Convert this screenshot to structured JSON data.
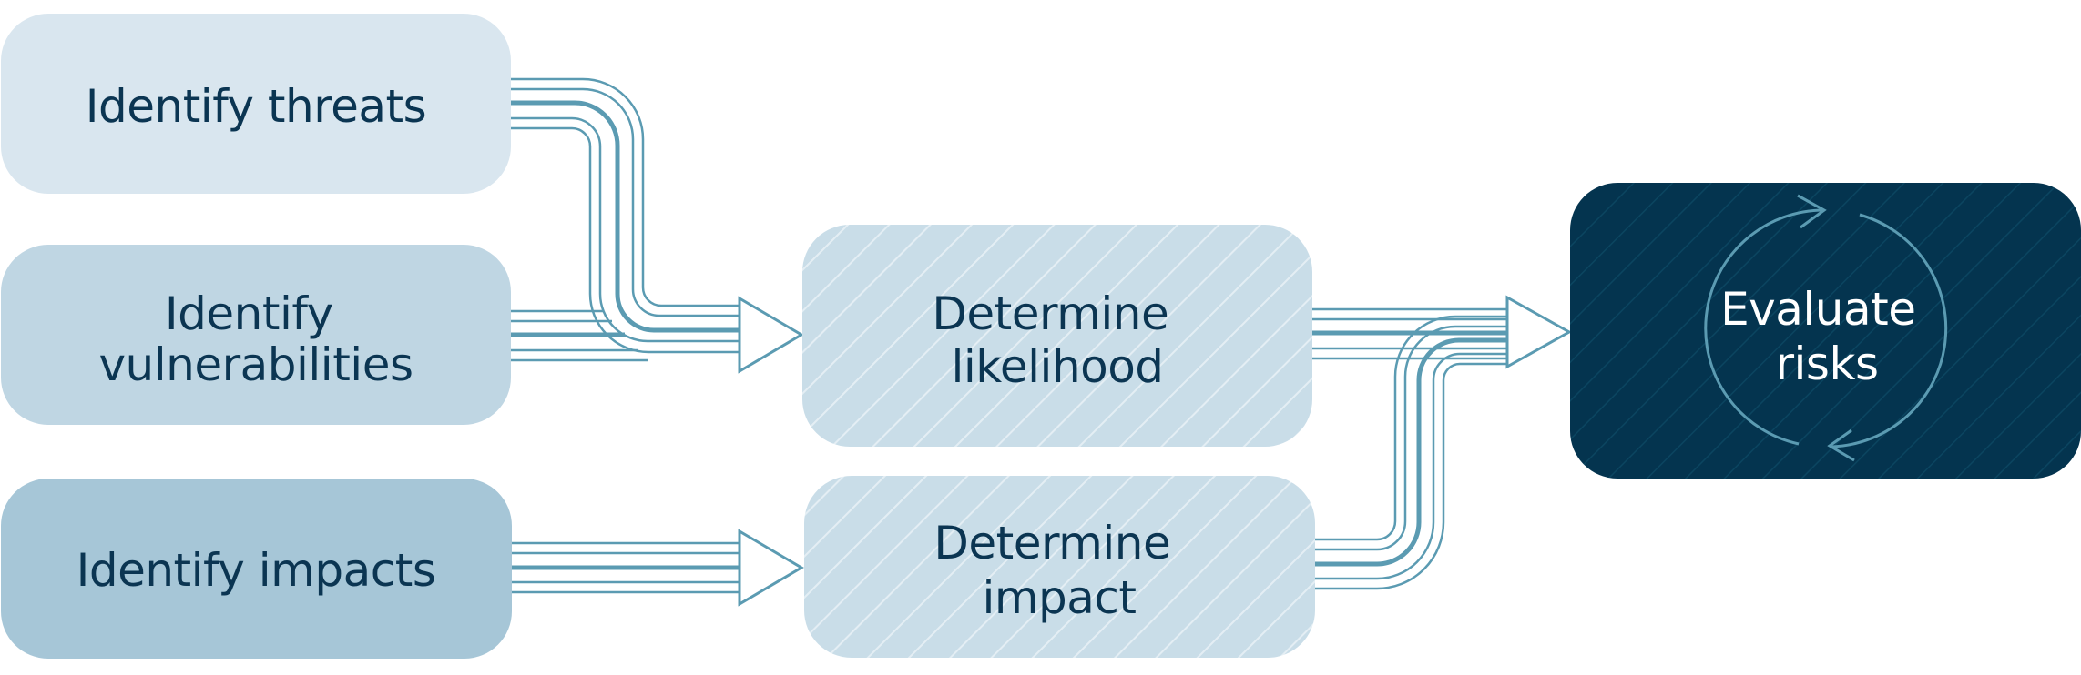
{
  "steps": {
    "identify_threats": {
      "label": "Identify threats"
    },
    "identify_vulnerabilities": {
      "line1": "Identify",
      "line2": "vulnerabilities"
    },
    "identify_impacts": {
      "label": "Identify impacts"
    },
    "determine_likelihood": {
      "line1": "Determine",
      "line2": "likelihood"
    },
    "determine_impact": {
      "line1": "Determine",
      "line2": "impact"
    },
    "evaluate_risks": {
      "line1": "Evaluate",
      "line2": "risks"
    }
  },
  "colors": {
    "threats_fill": "#d9e6ef",
    "vulnerabilities_fill": "#bfd6e3",
    "impacts_fill": "#a6c6d7",
    "determine_fill": "#c9dde8",
    "evaluate_fill": "#04344f",
    "connector_stroke": "#5b9bb2",
    "dark_text": "#0b3552",
    "light_text": "#ffffff"
  }
}
